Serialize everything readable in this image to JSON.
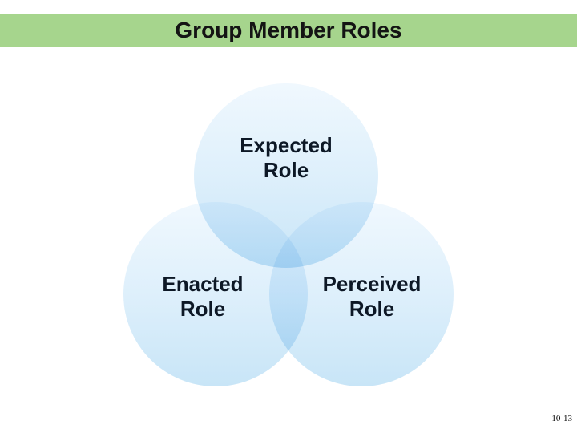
{
  "slide": {
    "header": {
      "title": "Group Member Roles"
    },
    "venn": {
      "expected": {
        "line1": "Expected",
        "line2": "Role"
      },
      "enacted": {
        "line1": "Enacted",
        "line2": "Role"
      },
      "perceived": {
        "line1": "Perceived",
        "line2": "Role"
      }
    },
    "footer": {
      "page_number": "10-13"
    },
    "colors": {
      "background": "#ffffff",
      "header_bg": "#a6d58d",
      "title_text": "#141414",
      "label_text": "#0d1826",
      "circle_grad_top": "#f0f8fe",
      "circle_grad_mid": "#ddeffb",
      "circle_grad_bottom": "#c8e5f7"
    }
  }
}
